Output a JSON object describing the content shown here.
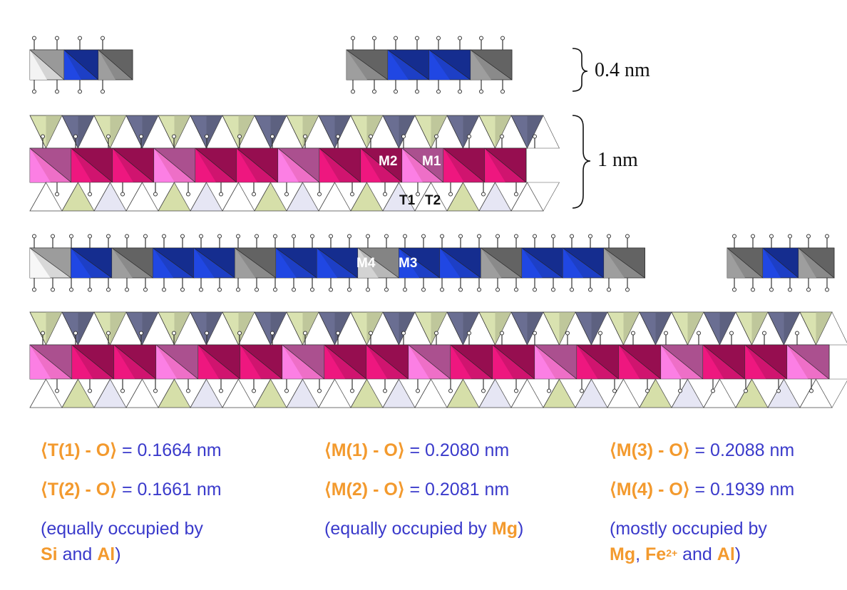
{
  "scale": {
    "brucite_thickness": "0.4 nm",
    "tot_thickness": "1 nm"
  },
  "site_labels": {
    "m1": "M1",
    "m2": "M2",
    "t1": "T1",
    "t2": "T2",
    "m3": "M3",
    "m4": "M4"
  },
  "bond_lengths": [
    {
      "col": 0,
      "rows": [
        {
          "site": "⟨T(1) - O⟩",
          "value": " = 0.1664 nm"
        },
        {
          "site": "⟨T(2) - O⟩",
          "value": " = 0.1661 nm"
        }
      ],
      "note_prefix": "(equally occupied by",
      "note_el1": "Si",
      "note_mid": " and ",
      "note_el2": "Al",
      "note_suffix": ")"
    },
    {
      "col": 1,
      "rows": [
        {
          "site": "⟨M(1) - O⟩",
          "value": " = 0.2080 nm"
        },
        {
          "site": "⟨M(2) - O⟩",
          "value": " = 0.2081 nm"
        }
      ],
      "note_prefix": "(equally occupied by ",
      "note_el1": "Mg",
      "note_suffix": ")"
    },
    {
      "col": 2,
      "rows": [
        {
          "site": "⟨M(3) - O⟩",
          "value": " = 0.2088 nm"
        },
        {
          "site": "⟨M(4) - O⟩",
          "value": " = 0.1939 nm"
        }
      ],
      "note_prefix": "(mostly occupied by",
      "note_el1": "Mg",
      "note_sep": ", ",
      "note_el2": "Fe",
      "note_el2_sup": "2+",
      "note_mid": " and ",
      "note_el3": "Al",
      "note_suffix": ")"
    }
  ],
  "colors": {
    "tet_upper_dark": "#6a6e92",
    "tet_upper_light": "#d9e2b0",
    "tet_lower_light": "#e6e6f4",
    "tet_lower_green": "#d6dfa9",
    "oct_magenta": "#d0146f",
    "oct_pink": "#ee6fc7",
    "oct_blue": "#1d3fc6",
    "oct_gray": "#8a8a8a",
    "text_blue": "#3a3acb",
    "text_orange": "#f39a2e"
  }
}
